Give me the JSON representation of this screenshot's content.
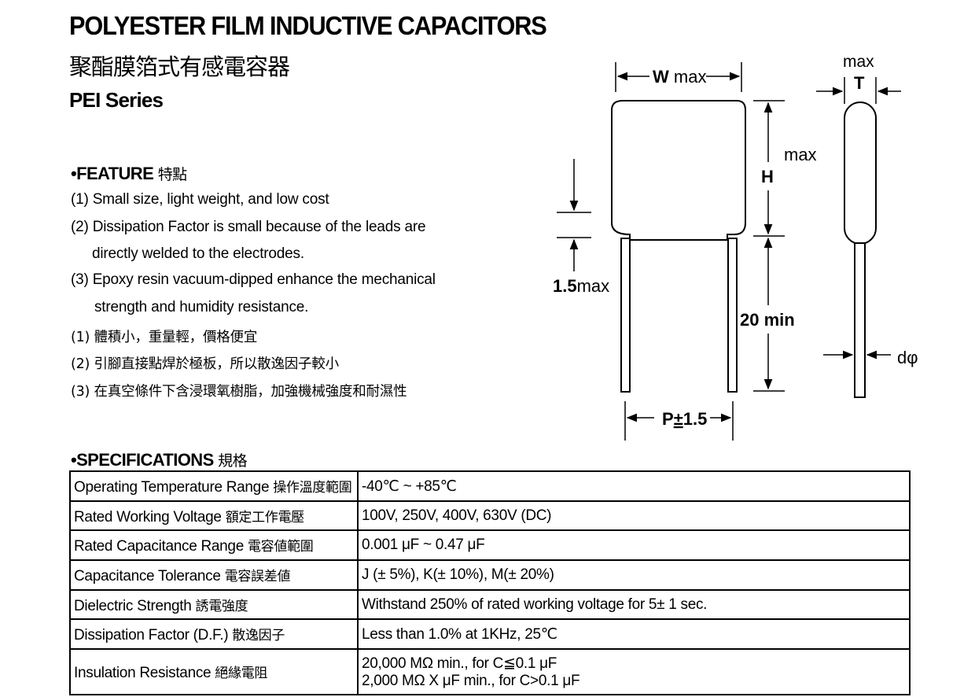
{
  "header": {
    "title": "POLYESTER FILM INDUCTIVE CAPACITORS",
    "subtitle_zh": "聚酯膜箔式有感電容器",
    "series": "PEI Series"
  },
  "feature": {
    "heading": "•FEATURE",
    "heading_zh": "特點",
    "items": [
      "(1) Small size, light weight, and low cost",
      "(2) Dissipation Factor is small because of the leads are",
      "directly welded to the electrodes.",
      "(3) Epoxy resin vacuum-dipped enhance the mechanical",
      "strength and humidity resistance."
    ],
    "items_zh": [
      "(1) 體積小，重量輕，價格便宜",
      "(2) 引腳直接點焊於極板，所以散逸因子較小",
      "(3) 在真空條件下含浸環氧樹脂，加強機械強度和耐濕性"
    ]
  },
  "diagram": {
    "w_max_bold": "W",
    "w_max_rest": "max",
    "t_max_label": "max",
    "t_symbol": "T",
    "h_max_label": "max",
    "h_symbol": "H",
    "lead_gap_bold": "1.5",
    "lead_gap_rest": "max",
    "lead_length": "20 min",
    "lead_diameter": "dφ",
    "pitch_p": "P",
    "pitch_pm": "±",
    "pitch_tol": "1.5"
  },
  "specifications": {
    "heading": "•SPECIFICATIONS",
    "heading_zh": "規格",
    "rows": [
      {
        "label": "Operating Temperature Range",
        "label_zh": "操作溫度範圍",
        "value": "-40℃ ~ +85℃"
      },
      {
        "label": "Rated Working Voltage",
        "label_zh": "額定工作電壓",
        "value": "100V, 250V, 400V, 630V (DC)"
      },
      {
        "label": "Rated Capacitance Range",
        "label_zh": "電容値範圍",
        "value": "0.001 μF ~ 0.47 μF"
      },
      {
        "label": "Capacitance Tolerance",
        "label_zh": "電容誤差値",
        "value": "J (± 5%), K(± 10%), M(± 20%)"
      },
      {
        "label": "Dielectric Strength",
        "label_zh": "誘電強度",
        "value": "Withstand 250% of rated working voltage for 5± 1 sec."
      },
      {
        "label": "Dissipation Factor (D.F.)",
        "label_zh": "散逸因子",
        "value": "Less than 1.0% at 1KHz, 25℃"
      },
      {
        "label": "Insulation Resistance",
        "label_zh": "絕緣電阻",
        "value": "20,000 MΩ  min., for C≦0.1 μF",
        "value2": "2,000 MΩ X μF min., for C>0.1 μF"
      }
    ]
  }
}
